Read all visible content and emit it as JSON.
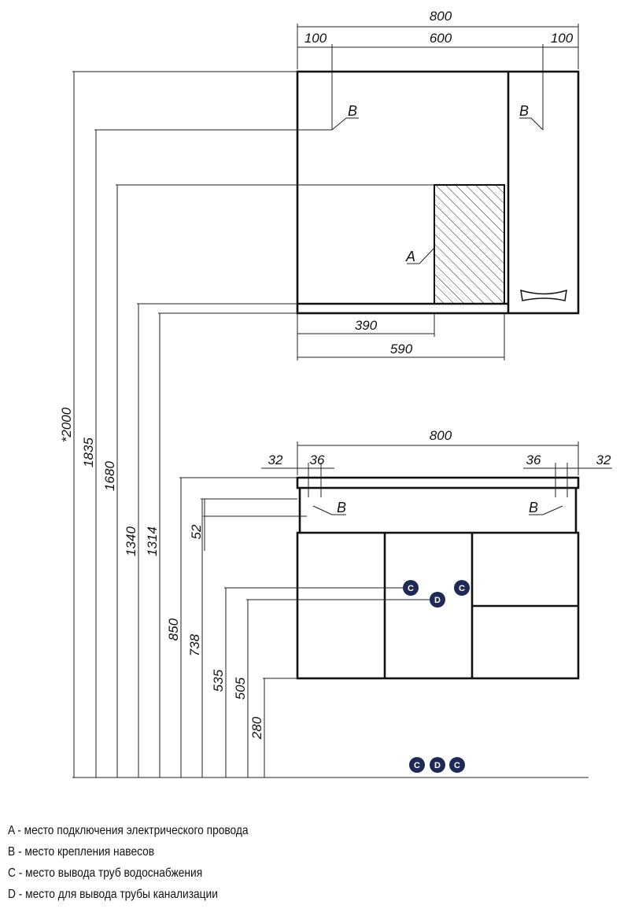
{
  "dimensions": {
    "mirror_width": "800",
    "mirror_left": "100",
    "mirror_center": "600",
    "mirror_right": "100",
    "depth_390": "390",
    "depth_590": "590",
    "cabinet_width": "800",
    "left_32": "32",
    "left_36": "36",
    "right_36": "36",
    "right_32": "32",
    "h_2000": "*2000",
    "h_1835": "1835",
    "h_1680": "1680",
    "h_1340": "1340",
    "h_1314": "1314",
    "h_52": "52",
    "h_850": "850",
    "h_738": "738",
    "h_535": "535",
    "h_505": "505",
    "h_280": "280"
  },
  "labels": {
    "a": "A",
    "b": "B"
  },
  "markers": {
    "c": "C",
    "d": "D"
  },
  "colors": {
    "marker_fill": "#1e2a55",
    "line": "#111111"
  },
  "legend": [
    "A - место подключения электрического провода",
    "B - место крепления навесов",
    "C - место вывода труб водоснабжения",
    "D - место для вывода трубы канализации"
  ]
}
